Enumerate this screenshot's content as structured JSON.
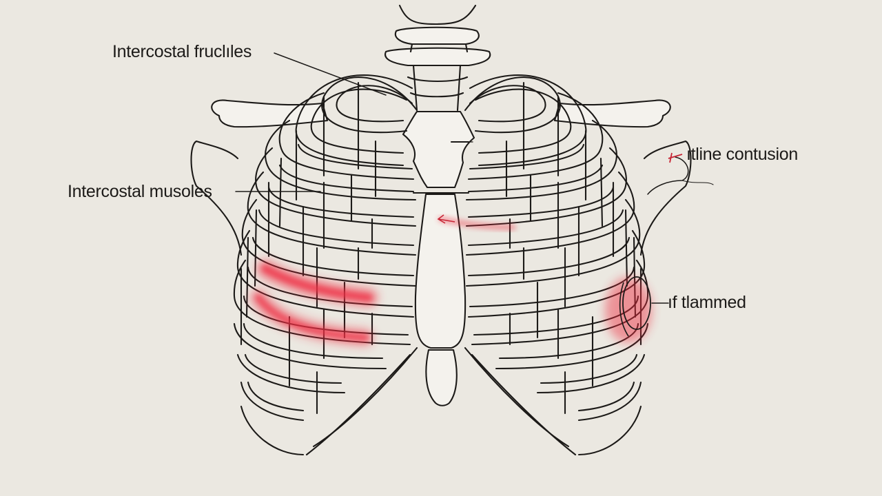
{
  "labels": {
    "top_left": "Intercostal fruclıles",
    "middle_left": "Intercostal musoles",
    "upper_right": "ıtline contusion",
    "lower_right": "ıf tlammed"
  },
  "colors": {
    "background": "#ebe8e1",
    "outline": "#1c1a18",
    "bone_fill": "#f4f2ed",
    "inflammation": "#ee2a3e"
  },
  "icons": [
    "thoracic-spine",
    "rib-cage",
    "sternum",
    "clavicle",
    "inflammation-highlight"
  ]
}
